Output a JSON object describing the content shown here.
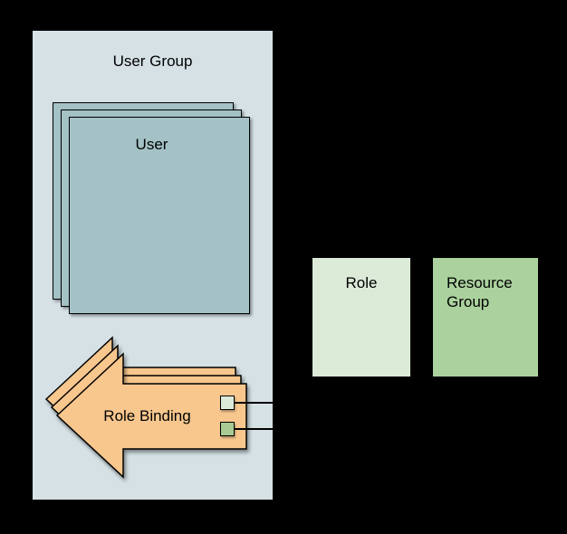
{
  "diagram": {
    "background_color": "#000000",
    "stroke_color": "#000000",
    "user_group": {
      "label": "User Group",
      "fill": "#d5e1e5"
    },
    "user_stack": {
      "label": "User",
      "fill": "#a4c2c6",
      "count": 3
    },
    "role_binding": {
      "label": "Role Binding",
      "fill": "#f8c78e",
      "count": 3,
      "ports": [
        {
          "name": "role-port",
          "fill": "#dcead8"
        },
        {
          "name": "resource-group-port",
          "fill": "#a9cb93"
        }
      ],
      "connectors": [
        {
          "name": "role-connector",
          "color": "#000000"
        },
        {
          "name": "resource-group-connector",
          "color": "#000000"
        }
      ]
    },
    "role_box": {
      "label": "Role",
      "fill": "#dcead8"
    },
    "resource_group_box": {
      "label": "Resource Group",
      "fill": "#abd29e"
    }
  }
}
